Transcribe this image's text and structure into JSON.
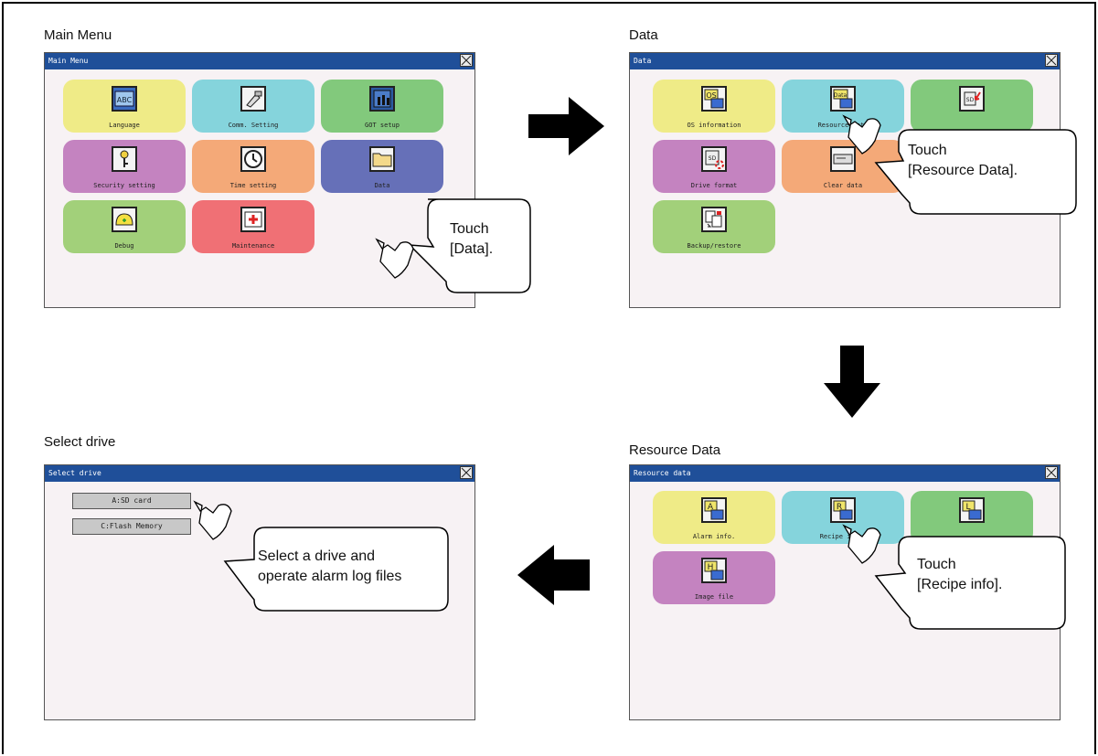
{
  "panels": {
    "main_menu": {
      "heading": "Main Menu",
      "title": "Main Menu",
      "tiles": [
        "Language",
        "Comm. Setting",
        "GOT setup",
        "Security setting",
        "Time setting",
        "Data",
        "Debug",
        "Maintenance"
      ],
      "callout": [
        "Touch",
        "[Data]."
      ]
    },
    "data": {
      "heading": "Data",
      "title": "Data",
      "tiles": [
        "OS information",
        "Resource Data",
        "",
        "Drive format",
        "Clear data",
        "",
        "Backup/restore"
      ],
      "callout": [
        "Touch",
        "[Resource Data]."
      ]
    },
    "resource_data": {
      "heading": "Resource Data",
      "title": "Resource data",
      "tiles": [
        "Alarm info.",
        "Recipe info.",
        "",
        "Image file"
      ],
      "callout": [
        "Touch",
        "[Recipe info]."
      ]
    },
    "select_drive": {
      "heading": "Select drive",
      "title": "Select drive",
      "drives": [
        "A:SD card",
        "C:Flash Memory"
      ],
      "callout": [
        "Select a drive and",
        "operate alarm log files"
      ]
    }
  },
  "icons": {
    "language": "abc-monitor-icon",
    "comm": "connector-icon",
    "got_setup": "device-settings-icon",
    "security": "key-icon",
    "time": "clock-icon",
    "data": "folder-icon",
    "debug": "helmet-icon",
    "maintenance": "first-aid-icon",
    "os_info": "os-icon",
    "resource": "data-icon",
    "sd_transfer": "sd-card-arrow-icon",
    "drive_format": "sd-format-icon",
    "clear_data": "drive-icon",
    "backup": "backup-icon",
    "alarm": "letter-a-icon",
    "recipe": "letter-r-icon",
    "log": "letter-l-icon",
    "image": "letter-h-icon",
    "pointer": "pointing-hand-icon",
    "flow_arrow": "arrow-icon"
  },
  "colors": {
    "titlebar": "#1f4f99",
    "tile_yellow": "#efeb87",
    "tile_cyan": "#85d4dc",
    "tile_green": "#82c97c",
    "tile_purple": "#c483c0",
    "tile_orange": "#f4a978",
    "tile_blue": "#6670b8",
    "tile_red": "#f07075",
    "screen_bg": "#f7f2f4"
  }
}
